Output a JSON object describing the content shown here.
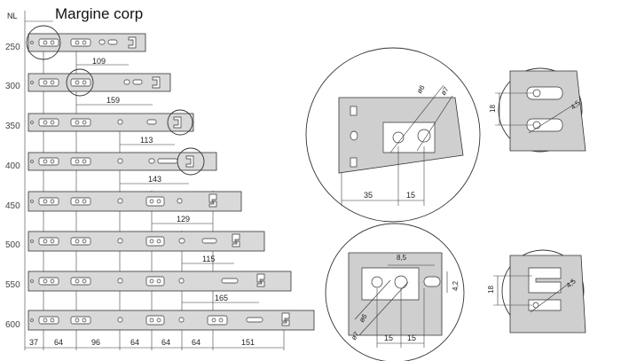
{
  "header": {
    "nl_label": "NL",
    "title": "Margine corp"
  },
  "lengths": [
    "250",
    "300",
    "350",
    "400",
    "450",
    "500",
    "550",
    "600"
  ],
  "row_dims": [
    "109",
    "159",
    "113",
    "143",
    "129",
    "115",
    "165"
  ],
  "bottom_dims": [
    "37",
    "64",
    "96",
    "64",
    "64",
    "64",
    "151"
  ],
  "detail_top": {
    "dia1": "ø6",
    "dia2": "ø7",
    "w1": "35",
    "w2": "15"
  },
  "detail_top_right": {
    "h": "18",
    "r": "4,5"
  },
  "detail_bottom": {
    "d1": "8,5",
    "d2": "4,2",
    "dia1": "ø6",
    "dia2": "ø7",
    "w1": "15",
    "w2": "15"
  },
  "detail_bottom_right": {
    "h": "18",
    "r": "4,5"
  }
}
